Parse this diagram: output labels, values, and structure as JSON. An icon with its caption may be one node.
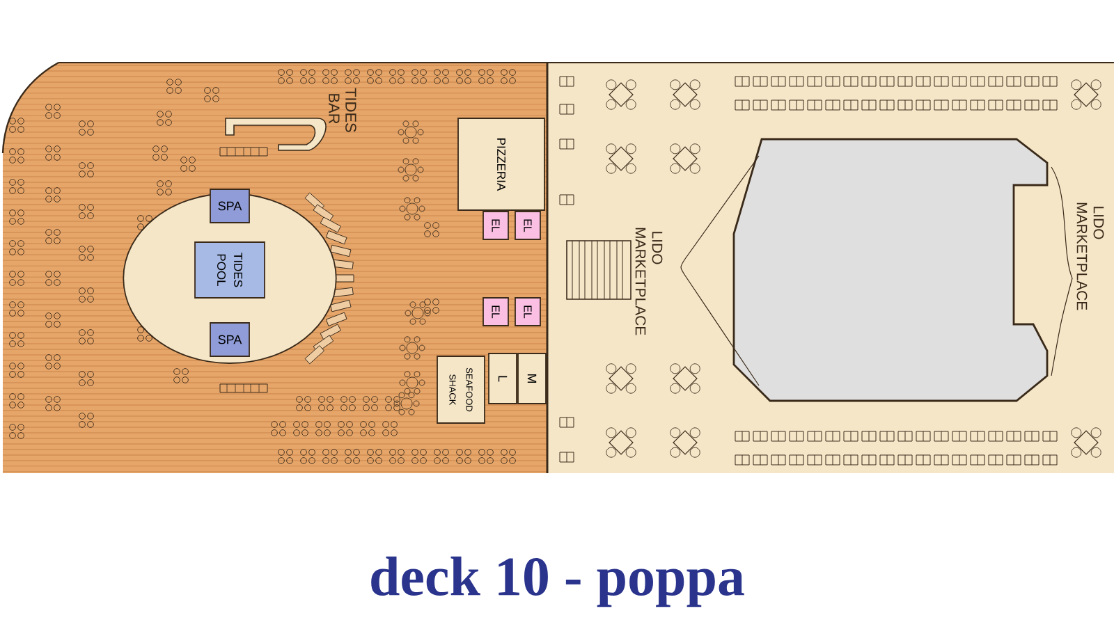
{
  "diagram": {
    "title": "deck  10  -  poppa",
    "nodes": [
      {
        "text": [],
        "shape": "oval"
      },
      {
        "text": [
          "SPA"
        ],
        "in": 0
      },
      {
        "text": [
          "TIDES POOL"
        ],
        "in": 0
      },
      {
        "text": [
          "SPA"
        ],
        "in": 0
      },
      {
        "text": [
          "PIZZERIA"
        ]
      },
      {
        "text": [
          "EL"
        ]
      },
      {
        "text": [
          "EL"
        ]
      },
      {
        "text": [
          "EL"
        ]
      },
      {
        "text": [
          "EL"
        ]
      },
      {
        "text": [
          "SEAFOOD SHACK"
        ]
      },
      {
        "text": [
          "L"
        ]
      },
      {
        "text": [
          "M"
        ]
      }
    ],
    "labels": [
      "TIDES BAR",
      "LIDO MARKETPLACE",
      "LIDO MARKETPLACE"
    ]
  }
}
